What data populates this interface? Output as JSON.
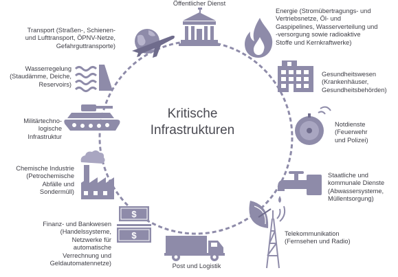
{
  "diagram": {
    "title": "Kritische\nInfrastrukturen",
    "colors": {
      "ring": "#8e8ba9",
      "icon": "#8e8ba9",
      "icon_dark": "#6f6c8c",
      "text": "#3c3c44"
    },
    "sectors": {
      "public_service": "Öffentlicher Dienst",
      "energy": "Energie (Stromübertragungs- und\nVertriebsnetze, Öl- und\nGaspipelines, Wasserverteilung und\n-versorgung sowie radioaktive\nStoffe und Kernkraftwerke)",
      "health": "Gesundheitswesen\n(Krankenhäuser,\nGesundheitsbehörden)",
      "emergency": "Notdienste\n(Feuerwehr\nund Polizei)",
      "municipal": "Staatliche und\nkommunale Dienste\n(Abwassersysteme,\nMüllentsorgung)",
      "telecom": "Telekommunikation\n(Fernsehen und Radio)",
      "post": "Post und Logistik",
      "finance": "Finanz- und Bankwesen\n(Handelssysteme,\nNetzwerke für\nautomatische\nVerrechnung und\nGeldautomatennetze)",
      "chemical": "Chemische Industrie\n(Petrochemische\nAbfälle und\nSondermüll)",
      "military": "Militärtechno-\nlogische\nInfrastruktur",
      "water": "Wasserregelung\n(Staudämme, Deiche,\nReservoirs)",
      "transport": "Transport (Straßen-, Schienen-\nund Lufttransport, ÖPNV-Netze,\nGefahrguttransporte)"
    },
    "icons": {
      "public_service": "government-building-icon",
      "energy": "flame-icon",
      "health": "hospital-building-icon",
      "emergency": "alarm-bell-icon",
      "municipal": "water-tap-icon",
      "telecom": "antenna-tower-icon",
      "post": "truck-icon",
      "finance": "banknotes-icon",
      "chemical": "factory-icon",
      "military": "tank-icon",
      "water": "dam-icon",
      "transport": "globe-airplane-icon"
    }
  }
}
